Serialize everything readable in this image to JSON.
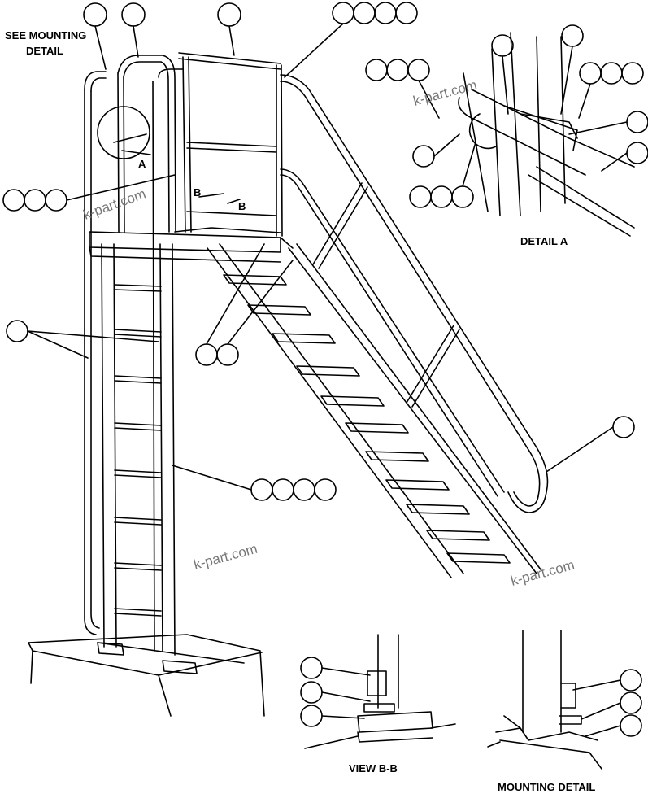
{
  "labels": {
    "see_mounting_detail_1": "SEE MOUNTING",
    "see_mounting_detail_2": "DETAIL",
    "detail_a": "DETAIL A",
    "view_bb": "VIEW B-B",
    "mounting_detail": "MOUNTING DETAIL",
    "section_a": "A",
    "section_b1": "B",
    "section_b2": "B"
  },
  "watermarks": [
    "k-part.com",
    "k-part.com",
    "k-part.com",
    "k-part.com"
  ]
}
